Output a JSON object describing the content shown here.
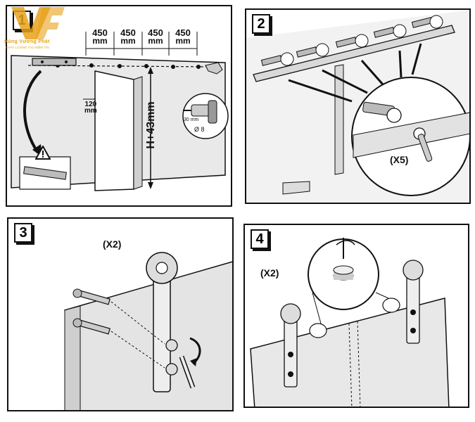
{
  "brand": {
    "name": "Hùng Vương Phát",
    "tagline": "CHẤT LƯỢNG TẠO NIỀM TIN",
    "color": "#e8a21a"
  },
  "steps": [
    {
      "number": "1",
      "spacing_value": "450",
      "spacing_unit": "mm",
      "edge_value": "120",
      "edge_unit": "mm",
      "height_label": "H+43mm",
      "drill_length": "30 mm",
      "drill_diameter": "Ø 8",
      "warning_icon": "warning-triangle-icon"
    },
    {
      "number": "2",
      "quantity": "(X5)"
    },
    {
      "number": "3",
      "quantity": "(X2)"
    },
    {
      "number": "4",
      "quantity": "(X2)"
    }
  ]
}
